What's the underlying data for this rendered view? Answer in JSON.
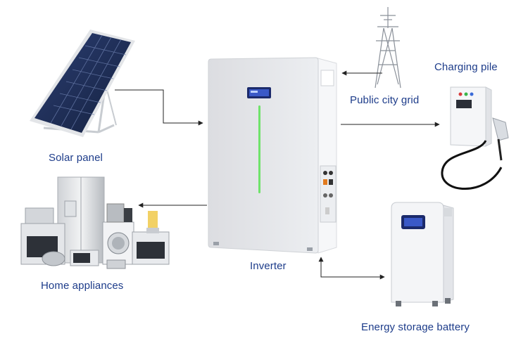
{
  "labels": {
    "solar_panel": "Solar panel",
    "public_city_grid": "Public city grid",
    "charging_pile": "Charging pile",
    "inverter": "Inverter",
    "home_appliances": "Home appliances",
    "energy_storage_battery": "Energy storage battery"
  },
  "colors": {
    "label_text": "#1d3c8a",
    "arrow": "#222222",
    "inverter_body": "#e6e7ea",
    "inverter_side": "#f4f5f7",
    "display_screen": "#1b2a6b",
    "status_light": "#6fe36a",
    "solar_cell": "#1f2f5a"
  }
}
